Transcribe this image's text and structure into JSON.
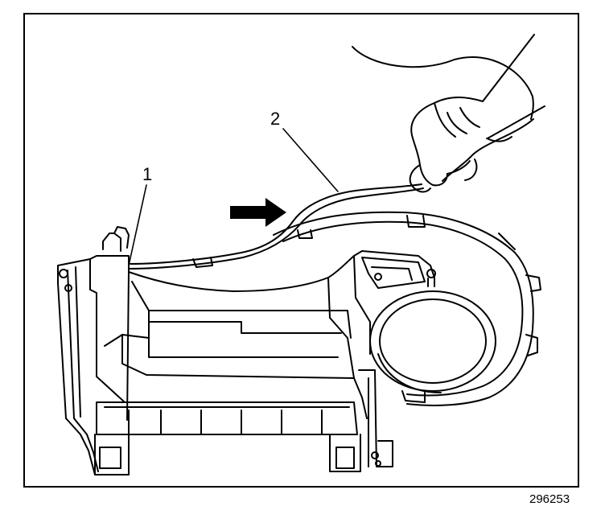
{
  "figure": {
    "number": "296253"
  },
  "callouts": [
    {
      "label": "1",
      "target": "heater-case-seal-end"
    },
    {
      "label": "2",
      "target": "seal-strip-being-removed"
    }
  ],
  "colors": {
    "ink": "#000000",
    "paper": "#ffffff"
  },
  "icons": [
    "direction-arrow-icon"
  ]
}
